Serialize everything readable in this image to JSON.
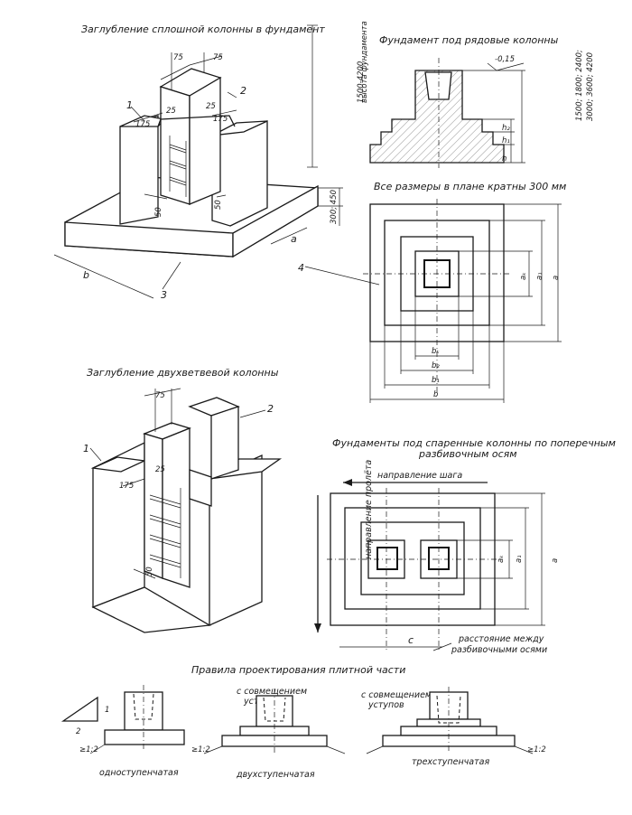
{
  "titles": {
    "solid_column": "Заглубление сплошной колонны в фундамент",
    "row_foundation": "Фундамент под рядовые колонны",
    "plan_note": "Все размеры в плане кратны 300 мм",
    "two_branch": "Заглубление двухветвевой колонны",
    "paired_line1": "Фундаменты под спаренные колонны по поперечным",
    "paired_line2": "разбивочным осям",
    "rules": "Правила проектирования плитной части"
  },
  "solid_column": {
    "dim_75a": "75",
    "dim_75b": "75",
    "dim_25a": "25",
    "dim_25b": "25",
    "dim_175a": "175",
    "dim_175b": "175",
    "dim_50a": "50",
    "dim_50b": "50",
    "dim_height": "300; 450",
    "depth_line1": "высота фундамента",
    "depth_line2": "1500-4200",
    "dim_a": "a",
    "dim_b": "b",
    "callout_1": "1",
    "callout_2": "2",
    "callout_3": "3",
    "callout_4": "4"
  },
  "row_foundation": {
    "level": "-0,15",
    "h": "h",
    "h1": "h₁",
    "h2": "h₂",
    "heights_line1": "1500; 1800; 2400;",
    "heights_line2": "3000; 3600; 4200"
  },
  "plan": {
    "ak": "aₖ",
    "a1": "a₁",
    "a": "a",
    "bk": "bₖ",
    "b2": "b₂",
    "b1": "b₁",
    "b": "b"
  },
  "two_branch": {
    "dim_75": "75",
    "dim_25": "25",
    "dim_175": "175",
    "dim_50": "50",
    "callout_1": "1",
    "callout_2": "2"
  },
  "paired": {
    "step_dir": "направление шага",
    "span_dir": "направление пролёта",
    "ak": "aₖ",
    "a1": "a₁",
    "a": "a",
    "c": "c",
    "axis_line1": "расстояние между",
    "axis_line2": "разбивочными осями"
  },
  "rules": {
    "one_step": "одноступенчатая",
    "two_step": "двухступенчатая",
    "three_step": "трехступенчатая",
    "align1_l1": "с совмещением",
    "align1_l2": "уступов",
    "align2_l1": "с совмещением",
    "align2_l2": "уступов",
    "ratio": "≥1:2",
    "tri_1": "1",
    "tri_2": "2"
  }
}
